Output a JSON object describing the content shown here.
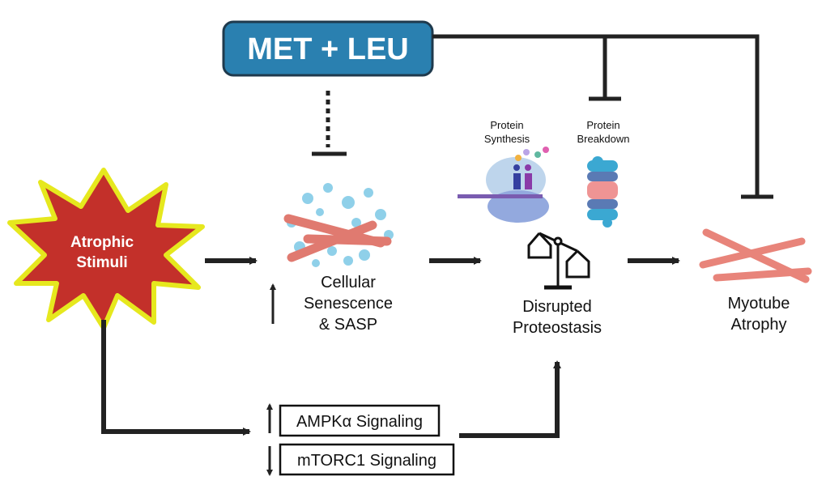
{
  "treatment": {
    "label": "MET + LEU",
    "color": "#2a80b0"
  },
  "stimulus": {
    "line1": "Atrophic",
    "line2": "Stimuli",
    "fill": "#c3302a",
    "outline": "#e6e81e"
  },
  "senescence": {
    "line1": "Cellular",
    "line2": "Senescence",
    "line3": "& SASP"
  },
  "proteostasis": {
    "line1": "Disrupted",
    "line2": "Proteostasis",
    "synthesis": [
      "Protein",
      "Synthesis"
    ],
    "breakdown": [
      "Protein",
      "Breakdown"
    ]
  },
  "atrophy": {
    "line1": "Myotube",
    "line2": "Atrophy"
  },
  "signaling": {
    "ampk": "AMPKα Signaling",
    "mtorc1": "mTORC1 Signaling"
  }
}
